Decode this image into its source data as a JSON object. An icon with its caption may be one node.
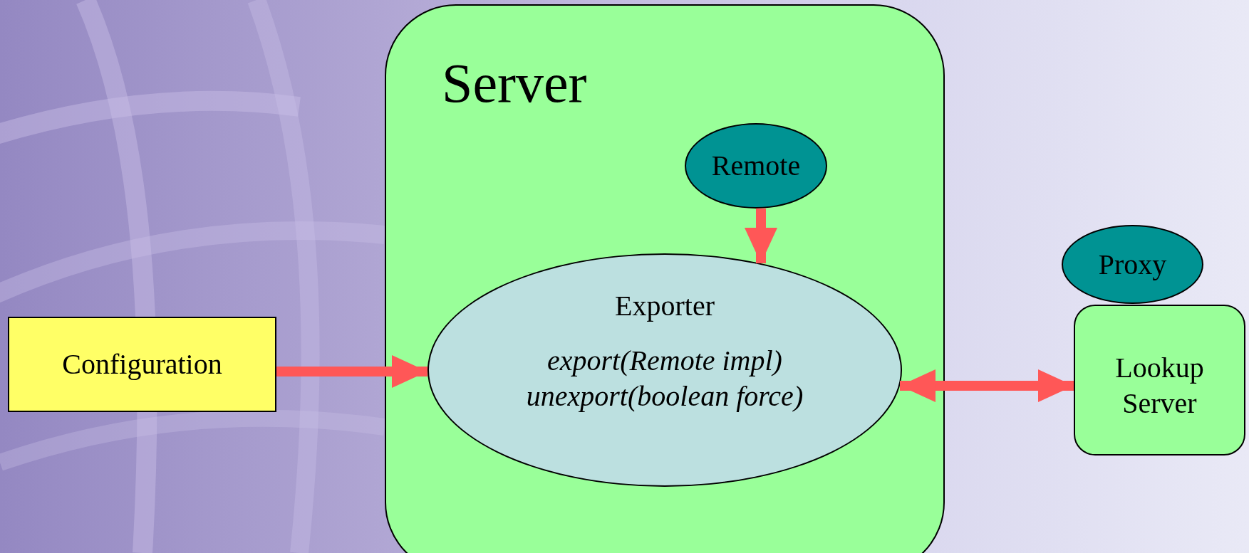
{
  "diagram": {
    "nodes": [
      {
        "text": [
          "Server"
        ]
      },
      {
        "text": [
          "Remote"
        ],
        "in": 0
      },
      {
        "text": [
          "Exporter",
          "export(Remote impl)",
          "unexport(boolean force)"
        ],
        "in": 0
      },
      {
        "text": [
          "Configuration"
        ]
      },
      {
        "text": [
          "Proxy"
        ]
      },
      {
        "text": [
          "Lookup Server"
        ]
      }
    ],
    "edges": [
      {
        "from": 3,
        "to": 2,
        "arrow": "to"
      },
      {
        "from": 1,
        "to": 2,
        "arrow": "to"
      },
      {
        "from": 2,
        "to": 5,
        "arrow": "both"
      }
    ]
  }
}
